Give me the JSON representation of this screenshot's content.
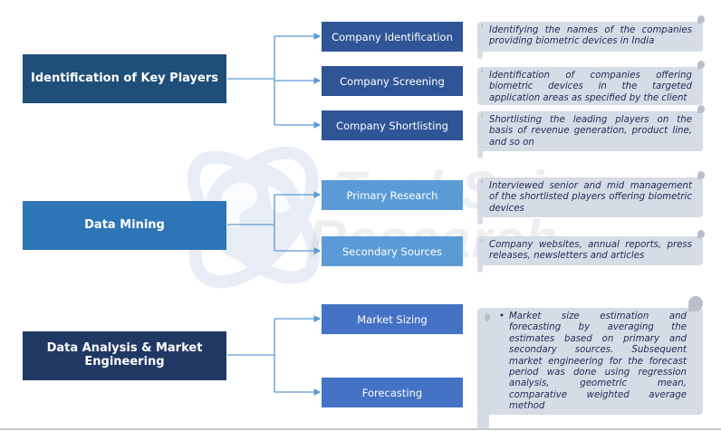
{
  "watermark": {
    "line1": "TechSci",
    "line2": "Research",
    "logo": "globe-orbit-icon"
  },
  "colors": {
    "section1_main": "#1f4e79",
    "section1_sub": "#2f5597",
    "section2_main": "#2e75b6",
    "section2_sub": "#5b9bd5",
    "section3_main": "#203864",
    "section3_sub": "#4472c4",
    "connector": "#5b9bd5",
    "note_bg": "#d6dce6",
    "note_text": "#1f2b55"
  },
  "sections": [
    {
      "title": "Identification of Key Players",
      "steps": [
        {
          "label": "Company Identification",
          "note": "Identifying the names of the companies providing biometric devices in India"
        },
        {
          "label": "Company Screening",
          "note": "Identification of companies offering biometric devices in the targeted application areas as specified by the client"
        },
        {
          "label": "Company Shortlisting",
          "note": "Shortlisting the leading players on the basis of revenue generation, product line, and so on"
        }
      ]
    },
    {
      "title": "Data Mining",
      "steps": [
        {
          "label": "Primary Research",
          "note": "Interviewed senior and mid management of the shortlisted players offering biometric devices"
        },
        {
          "label": "Secondary Sources",
          "note": "Company websites, annual reports, press releases, newsletters and articles"
        }
      ]
    },
    {
      "title": "Data Analysis & Market Engineering",
      "steps": [
        {
          "label": "Market Sizing"
        },
        {
          "label": "Forecasting"
        }
      ],
      "note": {
        "bullet": "•",
        "text": "Market size estimation and forecasting by averaging the estimates based on primary and secondary sources. Subsequent market engineering for the forecast period was done using regression analysis, geometric mean, comparative weighted average method"
      }
    }
  ]
}
